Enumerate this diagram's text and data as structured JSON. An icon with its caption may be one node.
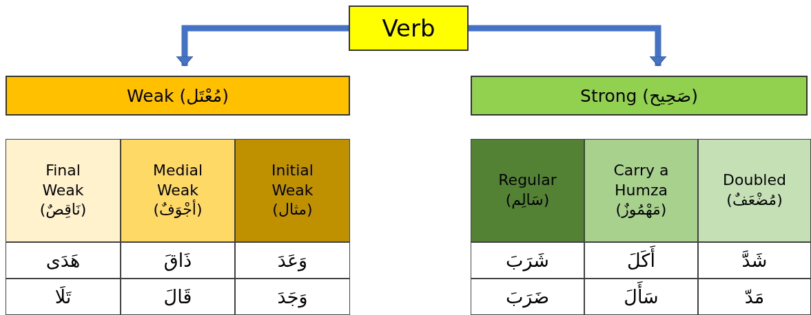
{
  "diagram": {
    "nodes": [
      {
        "text": [
          "Verb"
        ]
      },
      {
        "text": [
          "Weak (مُعْتَل)"
        ]
      },
      {
        "text": [
          "Strong (صَحِيح)"
        ]
      }
    ],
    "edges": [
      {
        "from": 0,
        "to": 1,
        "arrow": "to"
      },
      {
        "from": 0,
        "to": 2,
        "arrow": "to"
      }
    ],
    "labels": [
      "Final Weak (نَاقِصٌ)",
      "Medial Weak (أجْوَفٌ)",
      "Initial Weak (مثال)",
      "هَدَى",
      "ذَاقَ",
      "وَعَدَ",
      "تَلَا",
      "قَالَ",
      "وَجَدَ",
      "Regular (سَالِم)",
      "Carry a Humza (مَهْمُوزٌ)",
      "Doubled (مُضْعَفٌ)",
      "شَرَبَ",
      "أَكَلَ",
      "شَدَّ",
      "ضَرَبَ",
      "سَأَلَ",
      "مَدّ"
    ]
  }
}
